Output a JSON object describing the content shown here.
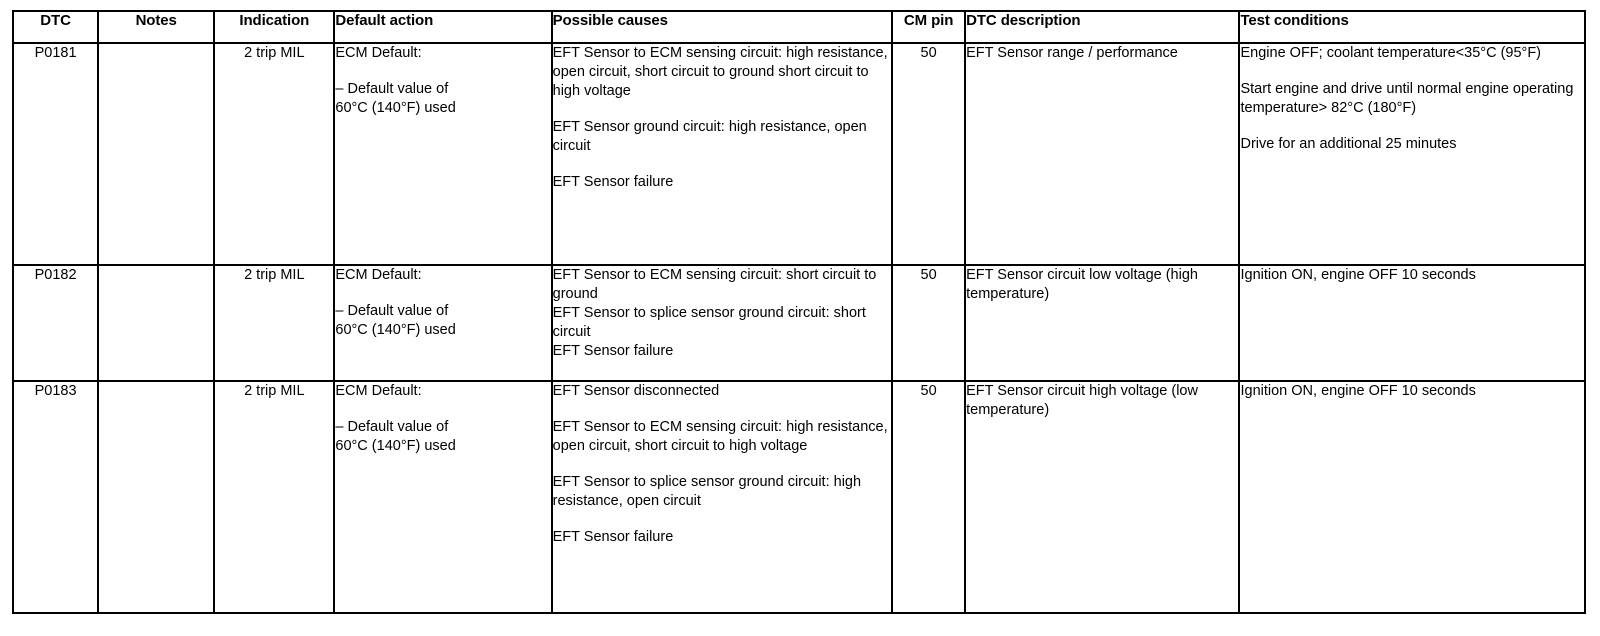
{
  "table": {
    "headers": [
      "DTC",
      "Notes",
      "Indication",
      "Default action",
      "Possible causes",
      "CM pin",
      "DTC description",
      "Test conditions"
    ],
    "rows": [
      {
        "dtc": "P0181",
        "notes": "",
        "indication": "2 trip MIL",
        "default_action": {
          "heading": "ECM Default:",
          "detail_line_1": "– Default value of",
          "detail_line_2": "60°C (140°F) used"
        },
        "possible_causes": [
          "EFT Sensor to ECM sensing circuit: high resistance, open circuit, short circuit to ground short circuit to high voltage",
          "EFT Sensor ground circuit: high resistance, open circuit",
          "EFT Sensor failure"
        ],
        "cm_pin": "50",
        "dtc_description": "EFT Sensor range / performance",
        "test_conditions": [
          "Engine OFF; coolant temperature<35°C (95°F)",
          "Start engine and drive until normal engine operating temperature> 82°C (180°F)",
          "Drive for an additional 25 minutes"
        ]
      },
      {
        "dtc": "P0182",
        "notes": "",
        "indication": "2 trip MIL",
        "default_action": {
          "heading": "ECM Default:",
          "detail_line_1": "– Default value of",
          "detail_line_2": "60°C (140°F) used"
        },
        "possible_causes": [
          "EFT Sensor to ECM sensing circuit: short circuit to ground",
          "EFT Sensor to splice sensor ground circuit: short circuit",
          "EFT Sensor failure"
        ],
        "cm_pin": "50",
        "dtc_description": "EFT Sensor circuit low voltage (high temperature)",
        "test_conditions": [
          "Ignition ON, engine OFF 10 seconds"
        ]
      },
      {
        "dtc": "P0183",
        "notes": "",
        "indication": "2 trip MIL",
        "default_action": {
          "heading": "ECM Default:",
          "detail_line_1": "– Default value of",
          "detail_line_2": "60°C (140°F) used"
        },
        "possible_causes": [
          "EFT Sensor disconnected",
          "EFT Sensor to ECM sensing circuit: high resistance, open circuit, short circuit to high voltage",
          "EFT Sensor to splice sensor ground circuit: high resistance, open circuit",
          "EFT Sensor failure"
        ],
        "cm_pin": "50",
        "dtc_description": "EFT Sensor circuit high voltage (low temperature)",
        "test_conditions": [
          "Ignition ON, engine OFF 10 seconds"
        ]
      }
    ]
  }
}
